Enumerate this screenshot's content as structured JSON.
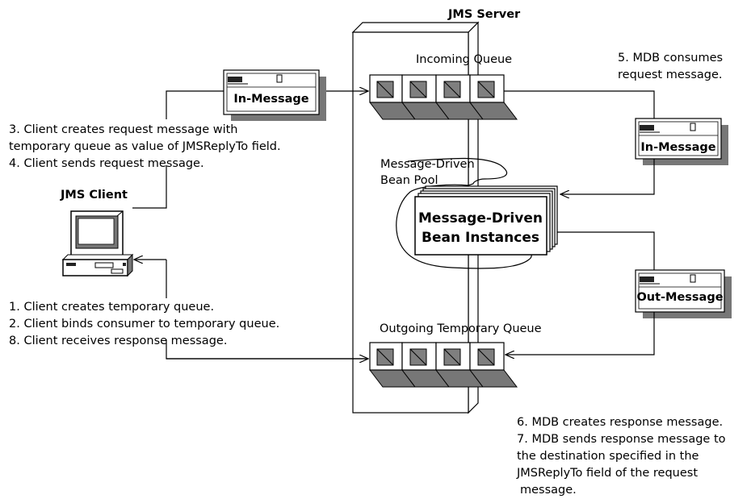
{
  "server": {
    "title": "JMS Server"
  },
  "client": {
    "title": "JMS Client"
  },
  "queues": {
    "incoming": "Incoming Queue",
    "outgoing": "Outgoing Temporary Queue"
  },
  "pool": {
    "label_line1": "Message-Driven",
    "label_line2": "Bean Pool",
    "instances_line1": "Message-Driven",
    "instances_line2": "Bean Instances"
  },
  "messages": {
    "in_left": "In-Message",
    "in_right": "In-Message",
    "out_right": "Out-Message"
  },
  "steps": {
    "s3": "3. Client creates request message with",
    "s3b": "temporary queue as value of JMSReplyTo field.",
    "s4": "4. Client sends request message.",
    "s1": "1. Client creates temporary queue.",
    "s2": "2. Client binds consumer to temporary queue.",
    "s8": "8. Client receives response message.",
    "s5": "5. MDB consumes",
    "s5b": "request message.",
    "s6": "6. MDB creates response message.",
    "s7": "7. MDB sends response message to",
    "s7b": "the destination specified in the",
    "s7c": "JMSReplyTo field of the request",
    "s7d": "message."
  }
}
